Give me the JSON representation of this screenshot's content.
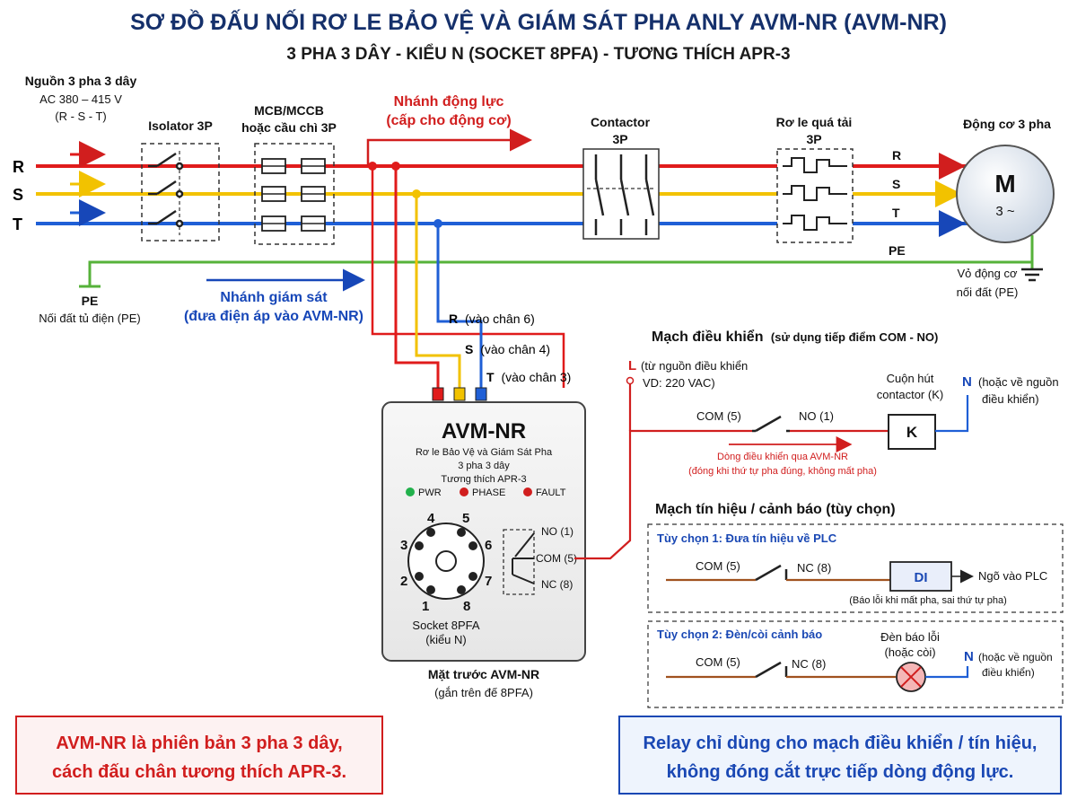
{
  "title": "SƠ ĐỒ ĐẤU NỐI RƠ LE BẢO VỆ VÀ GIÁM SÁT PHA ANLY AVM-NR (AVM-NR)",
  "subtitle": "3 PHA 3 DÂY - KIỂU N (SOCKET 8PFA) - TƯƠNG THÍCH APR-3",
  "source": {
    "line1": "Nguồn 3 pha 3 dây",
    "line2": "AC 380 – 415 V",
    "line3": "(R - S - T)",
    "phases": [
      "R",
      "S",
      "T"
    ]
  },
  "isolator": {
    "label": "Isolator 3P"
  },
  "mcb": {
    "line1": "MCB/MCCB",
    "line2": "hoặc cầu chì 3P"
  },
  "power_branch": {
    "line1": "Nhánh động lực",
    "line2": "(cấp cho động cơ)"
  },
  "contactor": {
    "line1": "Contactor",
    "line2": "3P"
  },
  "overload": {
    "line1": "Rơ le quá tải",
    "line2": "3P"
  },
  "motor": {
    "title": "Động cơ 3 pha",
    "symbol": "M",
    "sub": "3 ~",
    "phases": [
      "R",
      "S",
      "T"
    ],
    "pe": "PE",
    "ground_line1": "Vỏ động cơ",
    "ground_line2": "nối đất (PE)"
  },
  "pe_cabinet": {
    "label": "PE",
    "desc": "Nối đất tủ điện (PE)"
  },
  "monitor_branch": {
    "line1": "Nhánh giám sát",
    "line2": "(đưa điện áp vào AVM-NR)"
  },
  "pins": {
    "r": {
      "phase": "R",
      "desc": "(vào chân 6)"
    },
    "s": {
      "phase": "S",
      "desc": "(vào chân 4)"
    },
    "t": {
      "phase": "T",
      "desc": "(vào chân 3)"
    }
  },
  "device": {
    "name": "AVM-NR",
    "desc1": "Rơ le Bảo Vệ và Giám Sát Pha",
    "desc2": "3 pha 3 dây",
    "desc3": "Tương thích APR-3",
    "leds": [
      {
        "label": "PWR",
        "color": "#22b14c"
      },
      {
        "label": "PHASE",
        "color": "#d11e1e"
      },
      {
        "label": "FAULT",
        "color": "#d11e1e"
      }
    ],
    "socket_pins": [
      "1",
      "2",
      "3",
      "4",
      "5",
      "6",
      "7",
      "8"
    ],
    "socket_line1": "Socket 8PFA",
    "socket_line2": "(kiểu N)",
    "contacts": [
      "NO (1)",
      "COM (5)",
      "NC (8)"
    ],
    "caption1": "Mặt trước AVM-NR",
    "caption2": "(gắn trên đế 8PFA)"
  },
  "control": {
    "title": "Mạch điều khiển",
    "title_note": "(sử dụng tiếp điểm COM - NO)",
    "l_label": "L",
    "l_desc1": "(từ nguồn điều khiển",
    "l_desc2": "VD: 220 VAC)",
    "com": "COM (5)",
    "no": "NO (1)",
    "coil_line1": "Cuộn hút",
    "coil_line2": "contactor (K)",
    "coil": "K",
    "n_label": "N",
    "n_desc1": "(hoặc về nguồn",
    "n_desc2": "điều khiển)",
    "flow_line1": "Dòng điều khiển qua AVM-NR",
    "flow_line2": "(đóng khi thứ tự pha đúng, không mất pha)"
  },
  "signal": {
    "title": "Mạch tín hiệu / cảnh báo (tùy chọn)",
    "opt1": {
      "title": "Tùy chọn 1: Đưa tín hiệu về PLC",
      "com": "COM (5)",
      "nc": "NC (8)",
      "di": "DI",
      "plc": "Ngõ vào PLC",
      "note": "(Báo lỗi khi mất pha, sai thứ tự pha)"
    },
    "opt2": {
      "title": "Tùy chọn 2: Đèn/còi cảnh báo",
      "com": "COM (5)",
      "nc": "NC (8)",
      "lamp_line1": "Đèn báo lỗi",
      "lamp_line2": "(hoặc còi)",
      "n_label": "N",
      "n_desc1": "(hoặc về nguồn",
      "n_desc2": "điều khiển)"
    }
  },
  "notes": {
    "left_line1": "AVM-NR là phiên bản 3 pha 3 dây,",
    "left_line2": "cách đấu chân tương thích APR-3.",
    "right_line1": "Relay chỉ dùng cho mạch điều khiển / tín hiệu,",
    "right_line2": "không đóng cắt trực tiếp dòng động lực."
  },
  "colors": {
    "r": "#e01b1b",
    "s": "#f2c200",
    "t": "#1f5fd6",
    "pe": "#56b23a",
    "control": "#d11e1e",
    "wire_brown": "#a0521f",
    "neutral": "#1f5fd6"
  }
}
